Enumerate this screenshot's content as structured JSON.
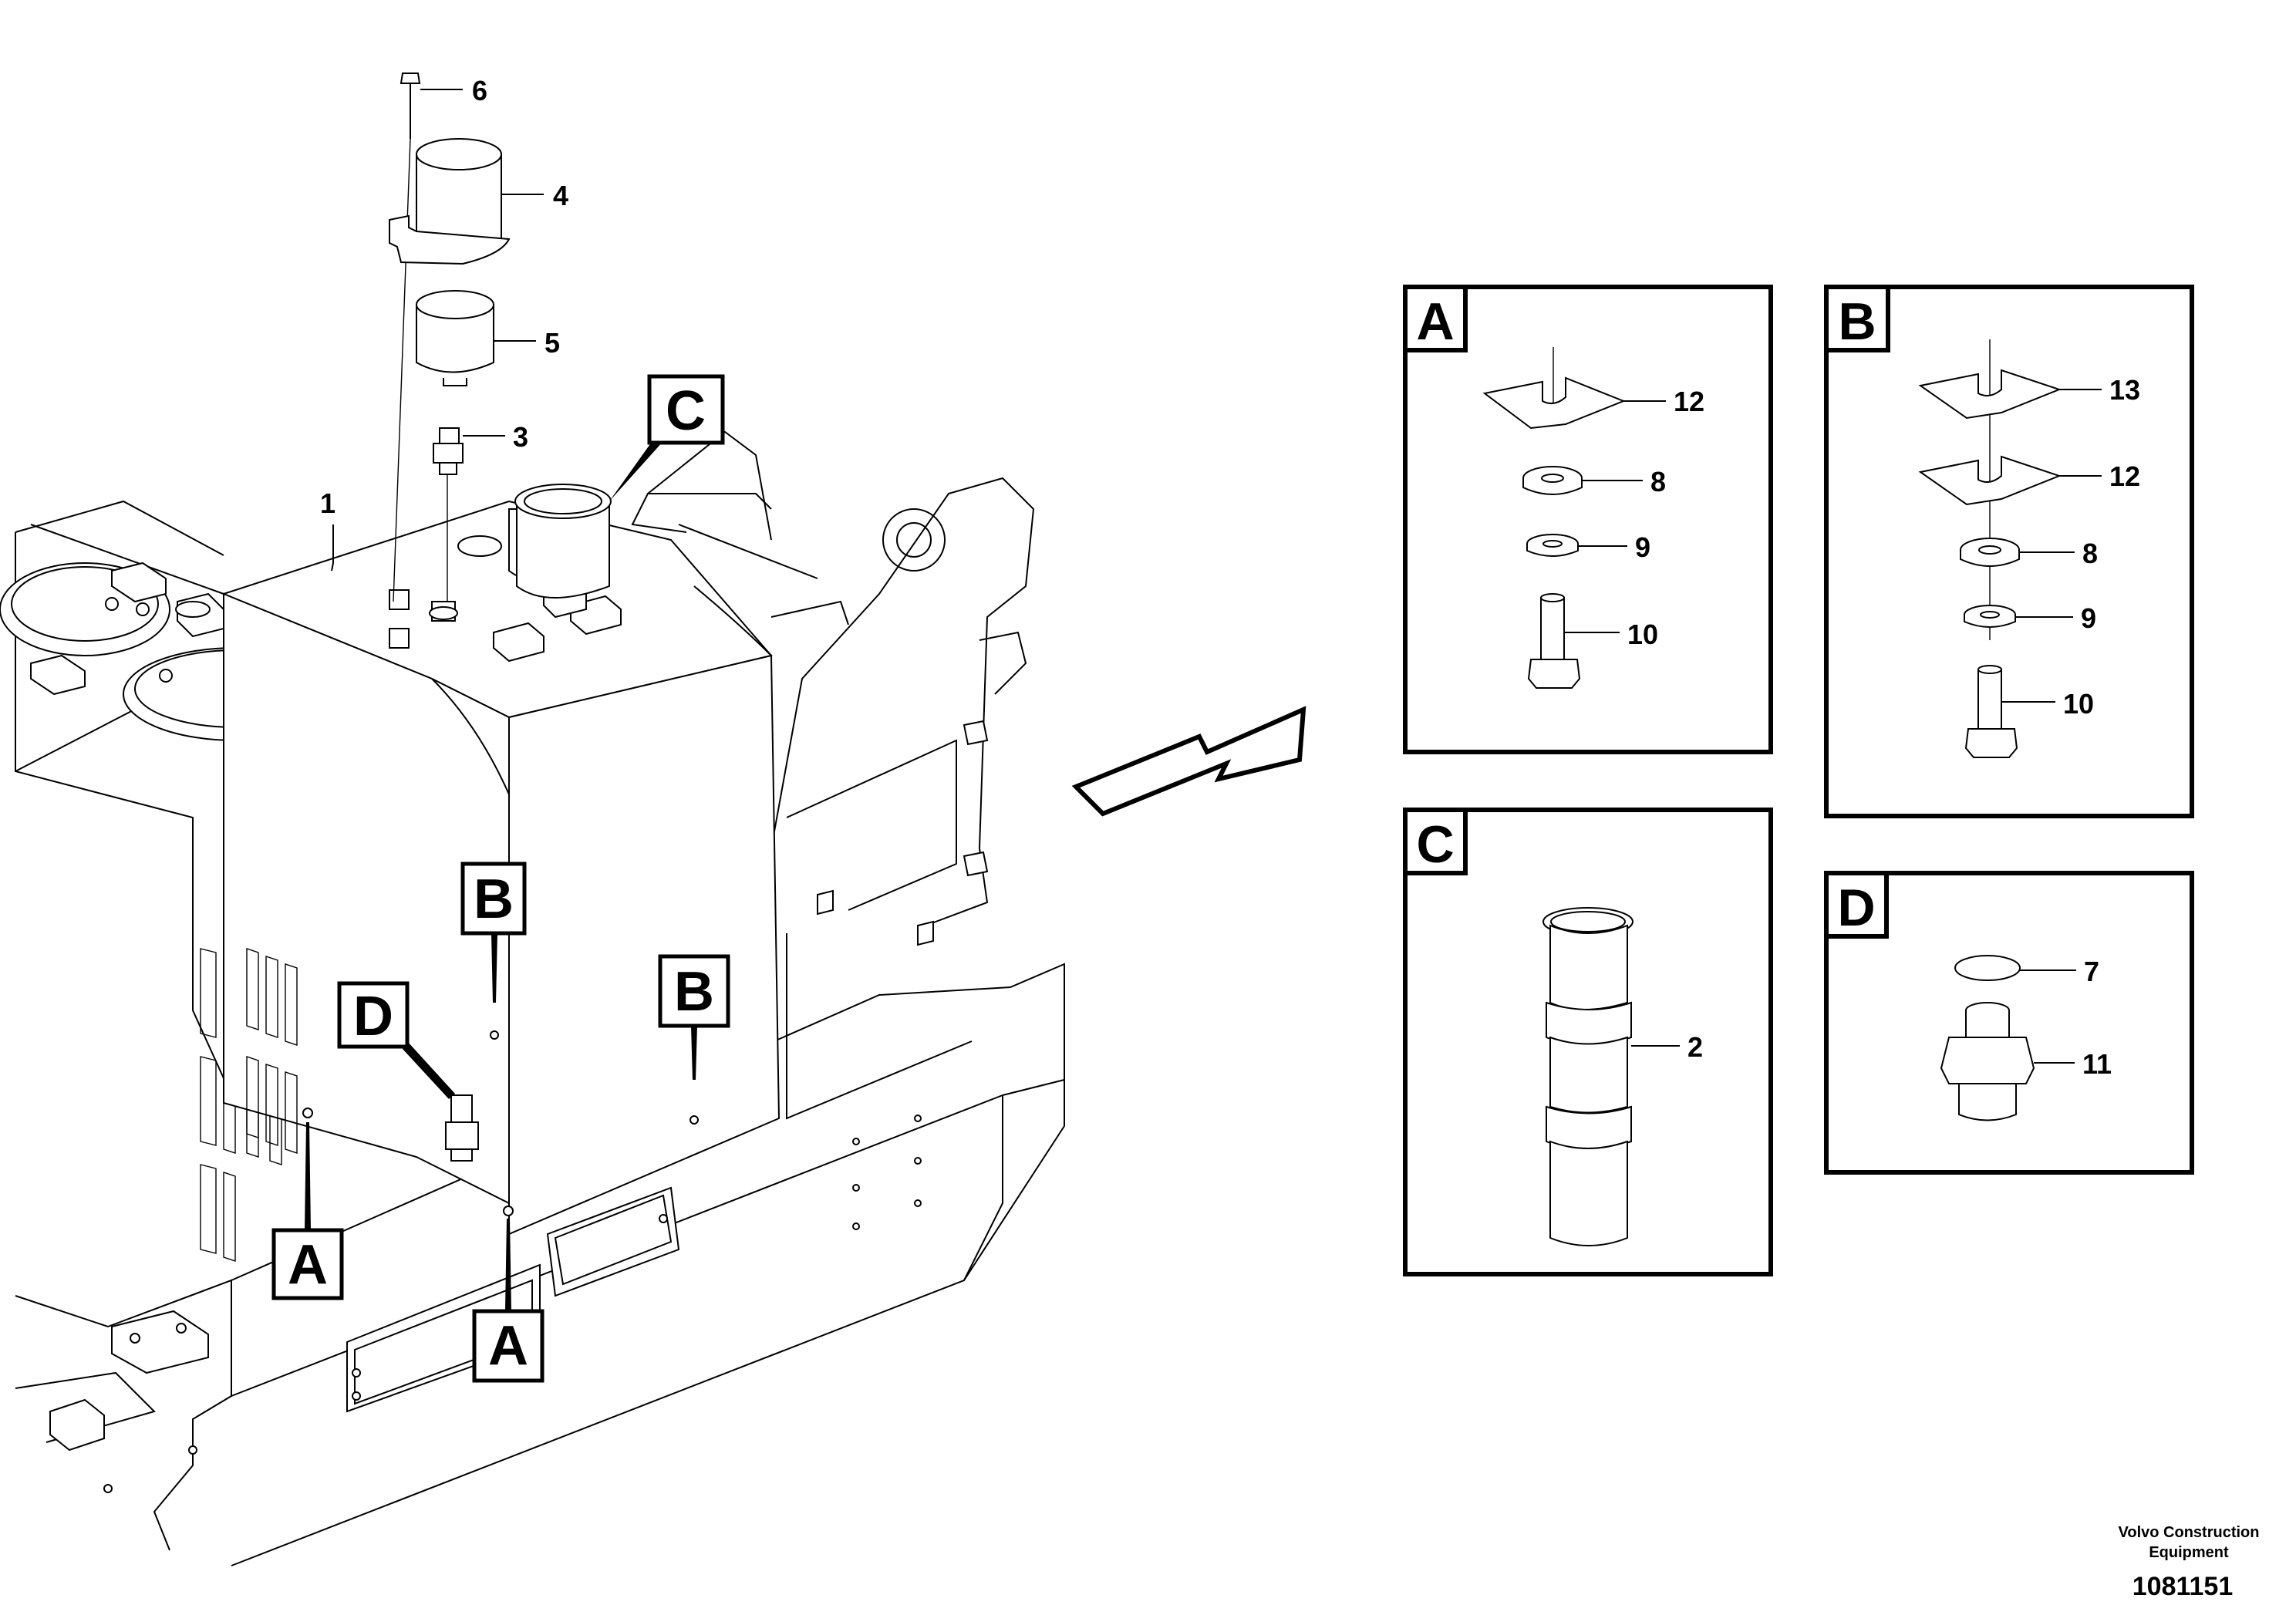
{
  "main_view": {
    "callouts": {
      "c1": "1",
      "c2": "3",
      "c3": "4",
      "c4": "5",
      "c5": "6"
    },
    "detail_markers": {
      "c": "C",
      "b_left": "B",
      "b_right": "B",
      "d": "D",
      "a_left": "A",
      "a_right": "A"
    }
  },
  "detail_a": {
    "letter": "A",
    "labels": [
      "12",
      "8",
      "9",
      "10"
    ]
  },
  "detail_b": {
    "letter": "B",
    "labels": [
      "13",
      "12",
      "8",
      "9",
      "10"
    ]
  },
  "detail_c": {
    "letter": "C",
    "labels": [
      "2"
    ]
  },
  "detail_d": {
    "letter": "D",
    "labels": [
      "7",
      "11"
    ]
  },
  "footer": {
    "company_line1": "Volvo Construction",
    "company_line2": "Equipment",
    "drawing_number": "1081151"
  }
}
